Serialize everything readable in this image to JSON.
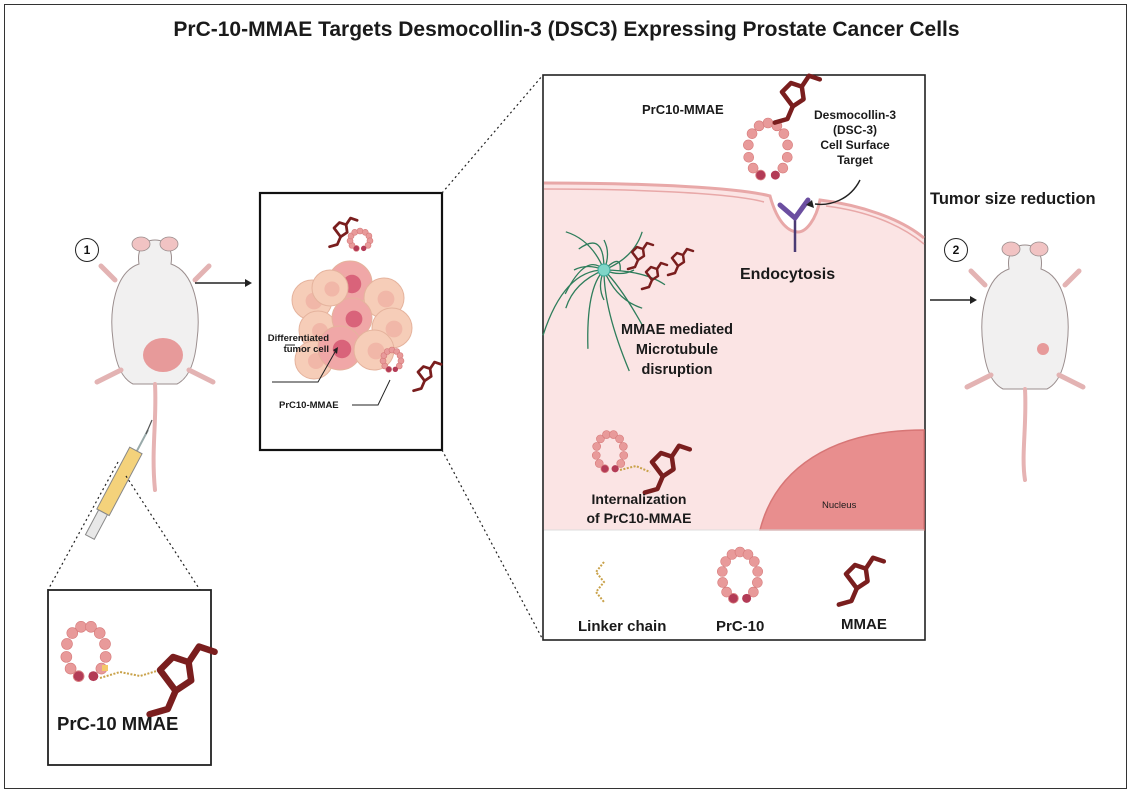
{
  "title": "PrC-10-MMAE Targets Desmocollin-3 (DSC3) Expressing Prostate Cancer Cells",
  "steps": [
    "1",
    "2"
  ],
  "tumor_panel": {
    "differentiated_label_1": "Differentiated",
    "differentiated_label_2": "tumor cell",
    "drug_label": "PrC10-MMAE"
  },
  "drug_panel": {
    "label": "PrC-10 MMAE"
  },
  "cell_panel": {
    "drug_label": "PrC10-MMAE",
    "target_line1": "Desmocollin-3",
    "target_line2": "(DSC-3)",
    "target_line3": "Cell Surface",
    "target_line4": "Target",
    "endocytosis": "Endocytosis",
    "microtubule_line1": "MMAE mediated",
    "microtubule_line2": "Microtubule",
    "microtubule_line3": "disruption",
    "internalization_line1": "Internalization",
    "internalization_line2": "of PrC10-MMAE",
    "nucleus": "Nucleus"
  },
  "legend": {
    "linker": "Linker chain",
    "prc10": "PrC-10",
    "mmae": "MMAE"
  },
  "outcome": "Tumor size reduction",
  "colors": {
    "bead": "#e89a9a",
    "bead_dark": "#b33b56",
    "mmae": "#7a1e1e",
    "cell_bg": "#fbe4e4",
    "microtubule": "#2e7d5b"
  }
}
